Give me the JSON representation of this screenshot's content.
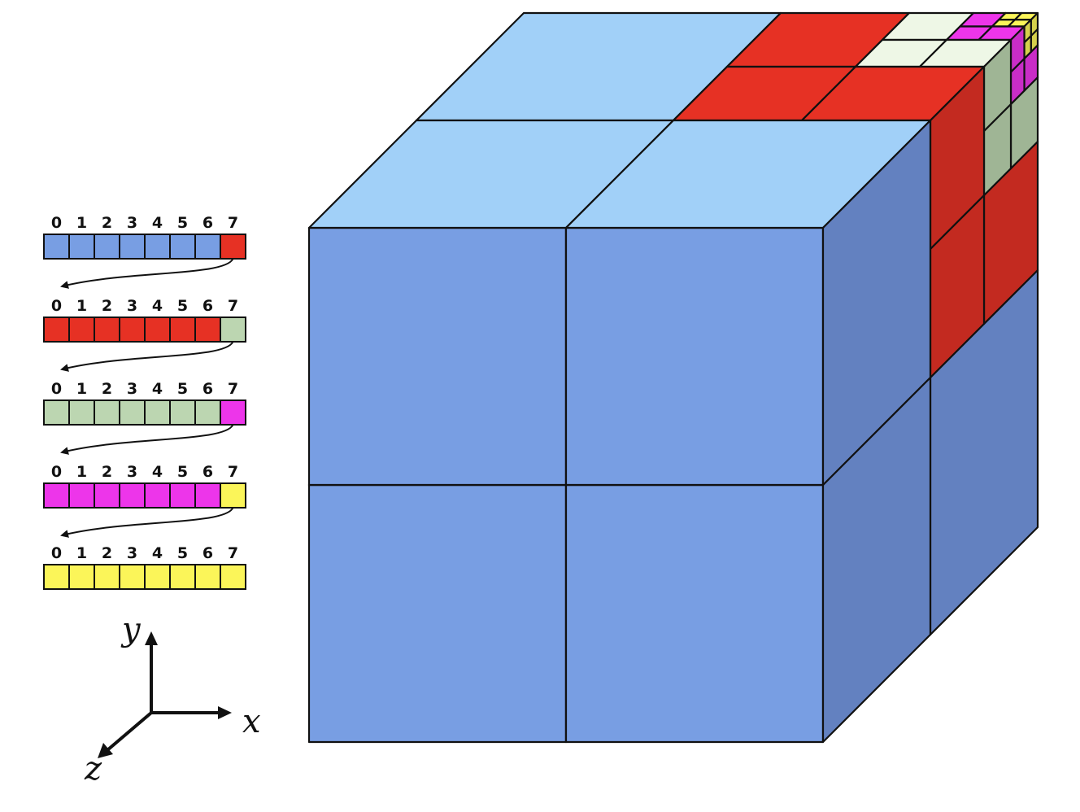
{
  "arrays": [
    {
      "indices": [
        "0",
        "1",
        "2",
        "3",
        "4",
        "5",
        "6",
        "7"
      ],
      "level_color": "blue",
      "child_color": "red"
    },
    {
      "indices": [
        "0",
        "1",
        "2",
        "3",
        "4",
        "5",
        "6",
        "7"
      ],
      "level_color": "red",
      "child_color": "green"
    },
    {
      "indices": [
        "0",
        "1",
        "2",
        "3",
        "4",
        "5",
        "6",
        "7"
      ],
      "level_color": "green",
      "child_color": "magenta"
    },
    {
      "indices": [
        "0",
        "1",
        "2",
        "3",
        "4",
        "5",
        "6",
        "7"
      ],
      "level_color": "magenta",
      "child_color": "yellow"
    },
    {
      "indices": [
        "0",
        "1",
        "2",
        "3",
        "4",
        "5",
        "6",
        "7"
      ],
      "level_color": "yellow",
      "child_color": "yellow"
    }
  ],
  "subdivided_index": 7,
  "axes": {
    "x": "x",
    "y": "y",
    "z": "z"
  },
  "colors": {
    "blue": {
      "front": "#789ee3",
      "top": "#a1d0f8",
      "side": "#6381c0"
    },
    "red": {
      "front": "#e63124",
      "top": "#e63124",
      "side": "#c32a20"
    },
    "green": {
      "front": "#bcd6b1",
      "top": "#eef7e6",
      "side": "#9fb595"
    },
    "magenta": {
      "front": "#ed35ea",
      "top": "#ed35ea",
      "side": "#c92dc7"
    },
    "yellow": {
      "front": "#fbf559",
      "top": "#fbf559",
      "side": "#d5d04c"
    }
  }
}
